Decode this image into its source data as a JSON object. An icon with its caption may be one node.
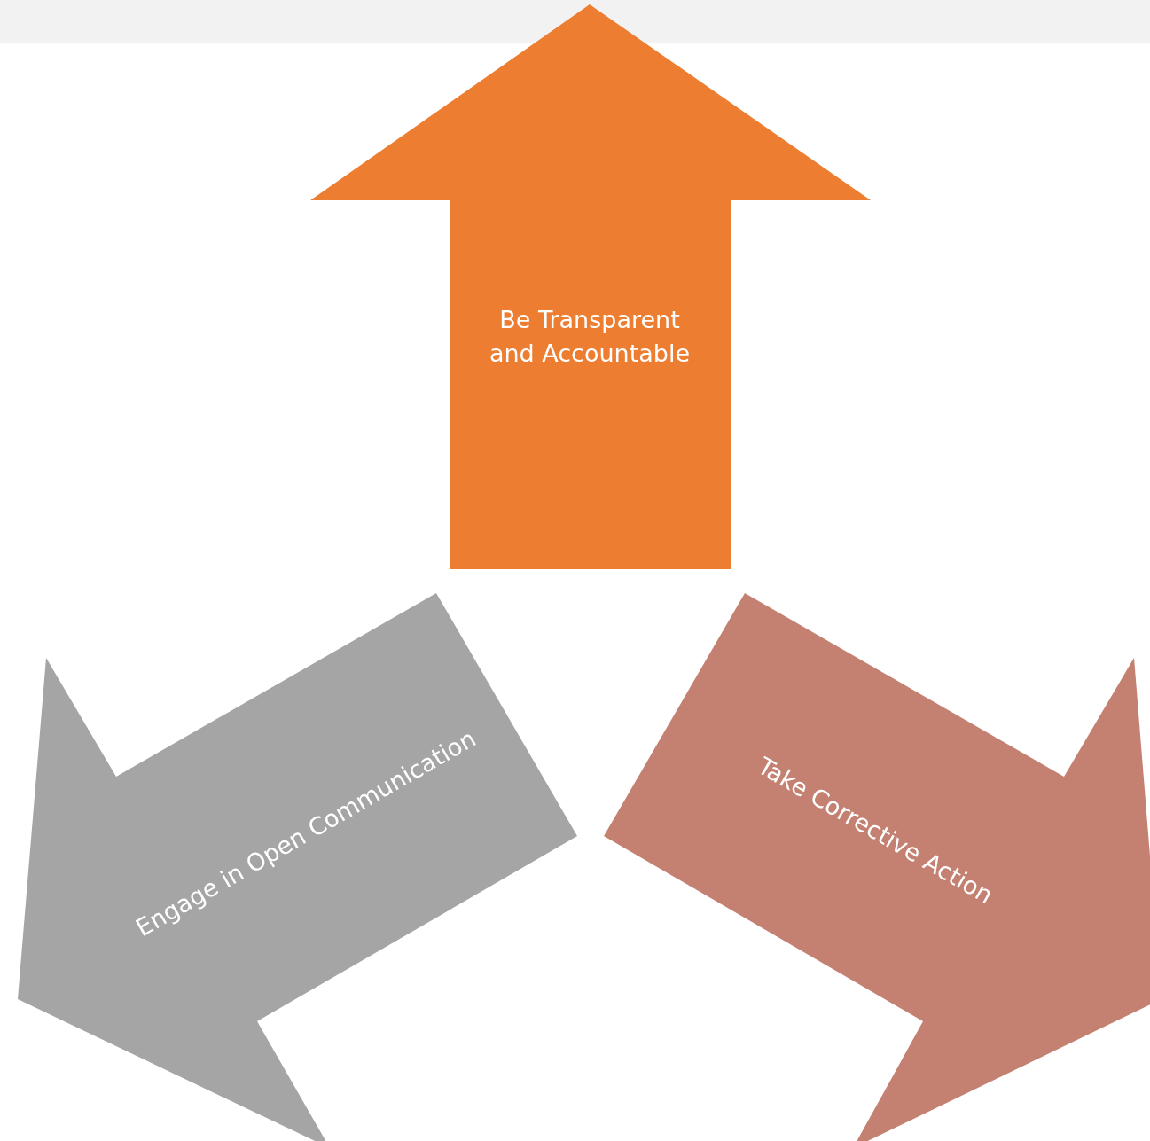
{
  "diagram": {
    "nodes": [
      {
        "text": [
          "Be Transparent and Accountable"
        ]
      },
      {
        "text": [
          "Engage in Open Communication"
        ]
      },
      {
        "text": [
          "Take Corrective Action"
        ]
      }
    ]
  }
}
